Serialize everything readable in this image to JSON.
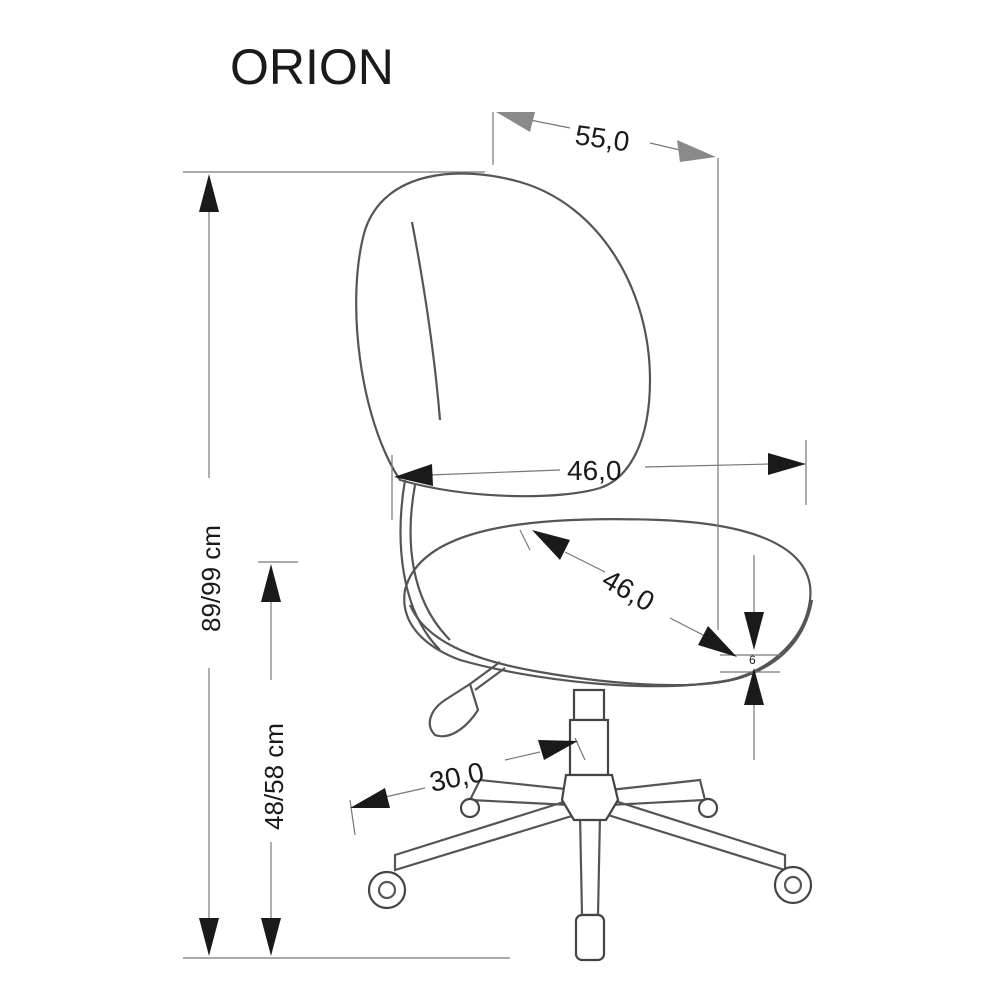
{
  "title": "ORION",
  "dimensions": {
    "total_width": "55,0",
    "seat_width": "46,0",
    "seat_depth": "46,0",
    "seat_thickness": "6",
    "base_radius": "30,0",
    "total_height": "89/99 cm",
    "seat_height": "48/58 cm"
  }
}
